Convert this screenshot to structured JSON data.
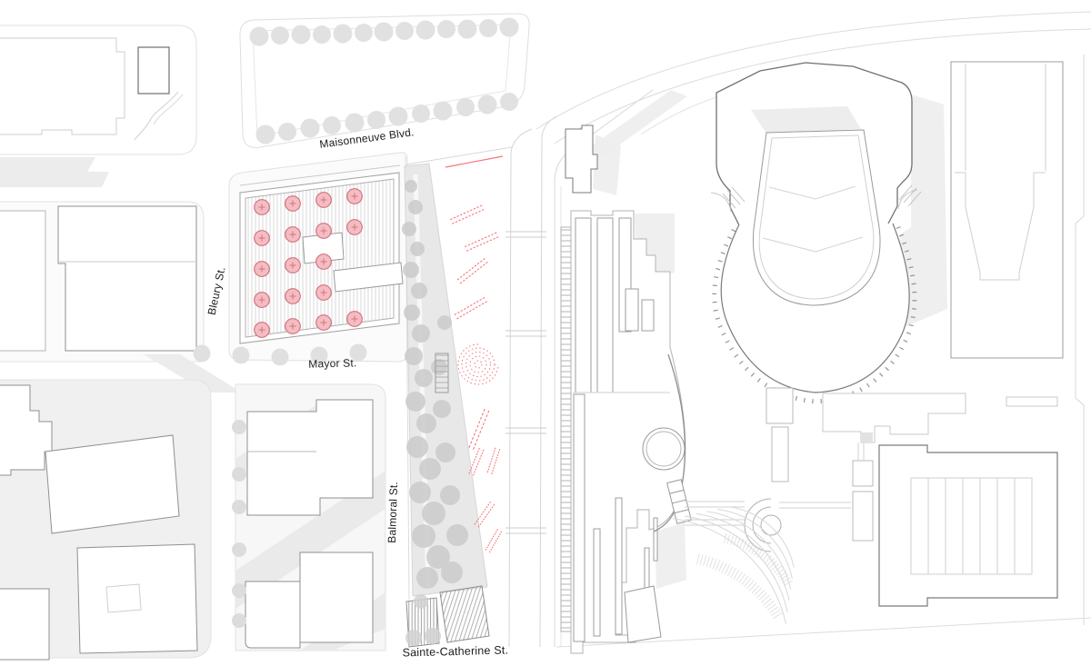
{
  "streets": {
    "maisonneuve": "Maisonneuve Blvd.",
    "bleury": "Bleury St.",
    "mayor": "Mayor St.",
    "balmoral": "Balmoral St.",
    "sainte_catherine": "Sainte-Catherine St."
  },
  "colors": {
    "accent_red": "#f8727c",
    "column_fill": "#f4bcc3",
    "column_stroke": "#d4737e",
    "tree_gray": "#d9d9d9",
    "line_light": "#d8d8d8",
    "line_medium": "#9a9a9a",
    "line_dark": "#6f6f6f",
    "shadow_gray": "#ececec"
  }
}
